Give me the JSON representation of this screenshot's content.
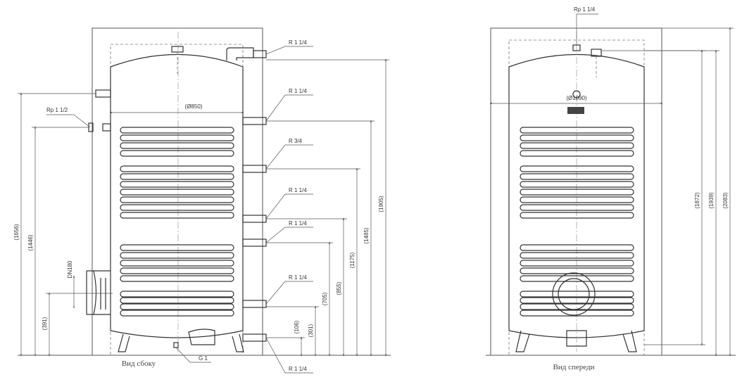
{
  "side_view": {
    "caption": "Вид сбоку",
    "diameter": "(Ø850)",
    "connections": {
      "top": "R 1 1/4",
      "coil1_top": "R 1 1/4",
      "middle": "R 3/4",
      "coil1_bottom": "R 1 1/4",
      "coil2_top": "R 1 1/4",
      "coil2_bottom": "R 1 1/4",
      "bottom": "R 1 1/4",
      "sensor": "Rp 1 1/2",
      "drain": "G 1"
    },
    "flange": "DN180",
    "dims_left": {
      "d1656": "(1656)",
      "d1446": "(1446)",
      "d391": "(391)"
    },
    "dims_right": {
      "d1905": "(1905)",
      "d1485": "(1485)",
      "d1175": "(1175)",
      "d855": "(855)",
      "d705": "(705)",
      "d301": "(301)",
      "d106": "(106)"
    }
  },
  "front_view": {
    "caption": "Вид спереди",
    "diameter": "(Ø1090)",
    "top_connection": "Rp 1 1/4",
    "dims": {
      "d1872": "(1872)",
      "d1939": "(1939)",
      "d2083": "(2083)"
    }
  }
}
